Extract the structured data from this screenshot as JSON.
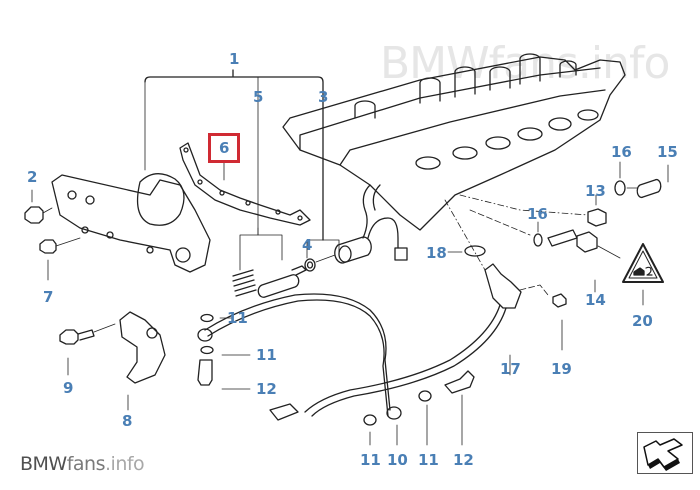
{
  "diagram": {
    "watermark_top": "BMWfans.info",
    "watermark_bottom": {
      "brand": "BMW",
      "mid": "fans",
      "tld": ".info"
    },
    "highlighted_part": "6",
    "callouts": [
      {
        "id": "c1",
        "label": "1"
      },
      {
        "id": "c5",
        "label": "5"
      },
      {
        "id": "c3",
        "label": "3"
      },
      {
        "id": "c6",
        "label": "6"
      },
      {
        "id": "c2",
        "label": "2"
      },
      {
        "id": "c7",
        "label": "7"
      },
      {
        "id": "c4",
        "label": "4"
      },
      {
        "id": "c16a",
        "label": "16"
      },
      {
        "id": "c15",
        "label": "15"
      },
      {
        "id": "c13",
        "label": "13"
      },
      {
        "id": "c16b",
        "label": "16"
      },
      {
        "id": "c18",
        "label": "18"
      },
      {
        "id": "c14",
        "label": "14"
      },
      {
        "id": "c20",
        "label": "20"
      },
      {
        "id": "c11a",
        "label": "11"
      },
      {
        "id": "c11b",
        "label": "11"
      },
      {
        "id": "c12a",
        "label": "12"
      },
      {
        "id": "c9",
        "label": "9"
      },
      {
        "id": "c8",
        "label": "8"
      },
      {
        "id": "c17",
        "label": "17"
      },
      {
        "id": "c19",
        "label": "19"
      },
      {
        "id": "c11c",
        "label": "11"
      },
      {
        "id": "c10",
        "label": "10"
      },
      {
        "id": "c11d",
        "label": "11"
      },
      {
        "id": "c12b",
        "label": "12"
      }
    ],
    "icons": {
      "nav": "back-arrow-icon",
      "warning": "warning-triangle-icon"
    },
    "colors": {
      "callout": "#4a7fb5",
      "highlight": "#d02a33",
      "line": "#222222"
    }
  }
}
